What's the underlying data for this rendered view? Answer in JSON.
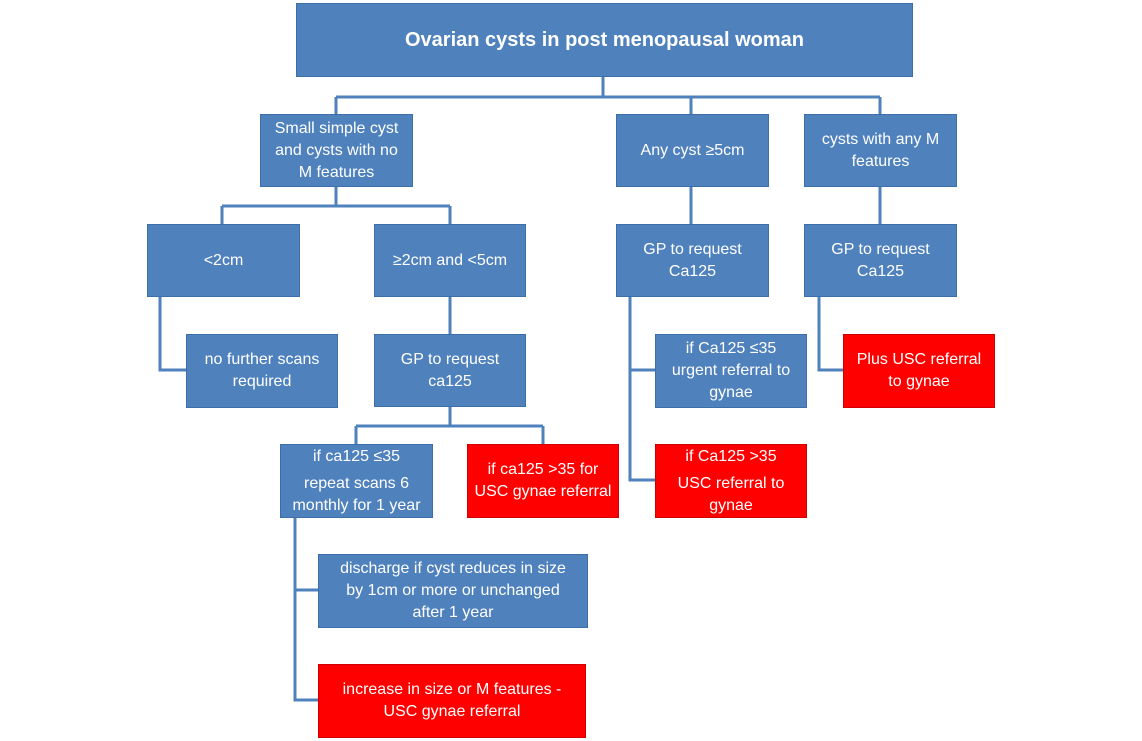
{
  "title": "Ovarian cysts in post menopausal woman",
  "nodes": {
    "small_simple": [
      "Small simple cyst",
      "and cysts with no",
      "M features"
    ],
    "any_cyst": [
      "Any cyst ≥5cm"
    ],
    "m_features": [
      "cysts with any M",
      "features"
    ],
    "lt2": [
      "<2cm"
    ],
    "ge2_lt5": [
      "≥2cm and <5cm"
    ],
    "gp_ca125_a": [
      "GP to request",
      "Ca125"
    ],
    "gp_ca125_b": [
      "GP to request",
      "Ca125"
    ],
    "no_further": [
      "no further scans",
      "required"
    ],
    "gp_ca125_small": [
      "GP to request",
      "ca125"
    ],
    "if_le35_urgent": [
      "if Ca125 ≤35",
      "urgent referral to",
      "gynae"
    ],
    "plus_usc": [
      "Plus USC referral",
      "to gynae"
    ],
    "if_ca125_le35_repeat": {
      "line1": "if ca125 ≤35",
      "line2": "repeat scans 6",
      "line3": "monthly for 1 year"
    },
    "if_ca125_gt35_usc": [
      "if ca125 >35 for",
      "USC gynae referral"
    ],
    "if_gt35_usc": {
      "line1": "if Ca125 >35",
      "line2": "USC referral to",
      "line3": "gynae"
    },
    "discharge": [
      "discharge if cyst reduces in size",
      "by 1cm or more or unchanged",
      "after 1 year"
    ],
    "increase": [
      "increase in size or M features -",
      "USC gynae referral"
    ]
  },
  "colors": {
    "blue_box": "#4f81bd",
    "red_box": "#ff0000",
    "connector": "#4f81bd",
    "text": "#ffffff"
  }
}
